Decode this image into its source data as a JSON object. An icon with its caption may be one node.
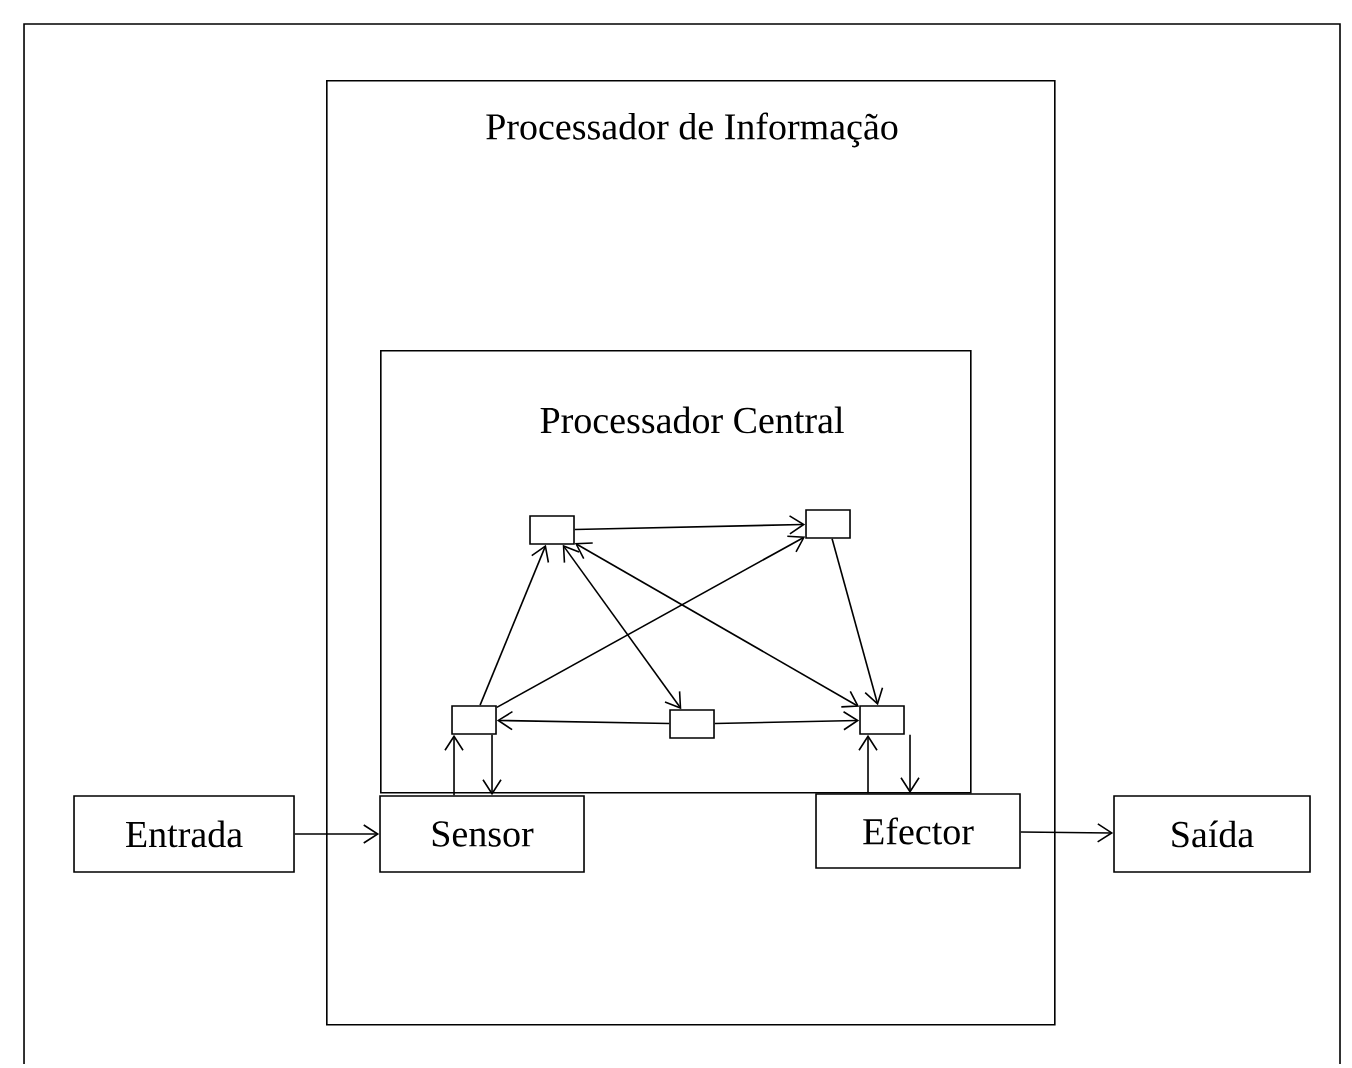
{
  "diagram": {
    "nodes": [
      {
        "text": [
          "Processador de Informação"
        ]
      },
      {
        "text": [
          "Processador Central"
        ],
        "in": 0
      },
      {
        "text": [],
        "shape": "box",
        "in": 1
      },
      {
        "text": [],
        "shape": "box",
        "in": 1
      },
      {
        "text": [],
        "shape": "box",
        "in": 1
      },
      {
        "text": [],
        "shape": "box",
        "in": 1
      },
      {
        "text": [],
        "shape": "box",
        "in": 1
      },
      {
        "text": [
          "Entrada"
        ]
      },
      {
        "text": [
          "Sensor"
        ],
        "in": 0
      },
      {
        "text": [
          "Efector"
        ],
        "in": 0
      },
      {
        "text": [
          "Saída"
        ]
      }
    ],
    "edges": [
      {
        "from": 2,
        "to": 3,
        "arrow": "to"
      },
      {
        "from": 3,
        "to": 6,
        "arrow": "to"
      },
      {
        "from": 4,
        "to": 2,
        "arrow": "to"
      },
      {
        "from": 4,
        "to": 3,
        "arrow": "to"
      },
      {
        "from": 2,
        "to": 5,
        "arrow": "both"
      },
      {
        "from": 2,
        "to": 6,
        "arrow": "both"
      },
      {
        "from": 5,
        "to": 4,
        "arrow": "to"
      },
      {
        "from": 5,
        "to": 6,
        "arrow": "to"
      },
      {
        "from": 8,
        "to": 4,
        "arrow": "to"
      },
      {
        "from": 4,
        "to": 8,
        "arrow": "to"
      },
      {
        "from": 9,
        "to": 6,
        "arrow": "to"
      },
      {
        "from": 6,
        "to": 9,
        "arrow": "to"
      },
      {
        "from": 7,
        "to": 8,
        "arrow": "to"
      },
      {
        "from": 9,
        "to": 10,
        "arrow": "to"
      }
    ]
  }
}
